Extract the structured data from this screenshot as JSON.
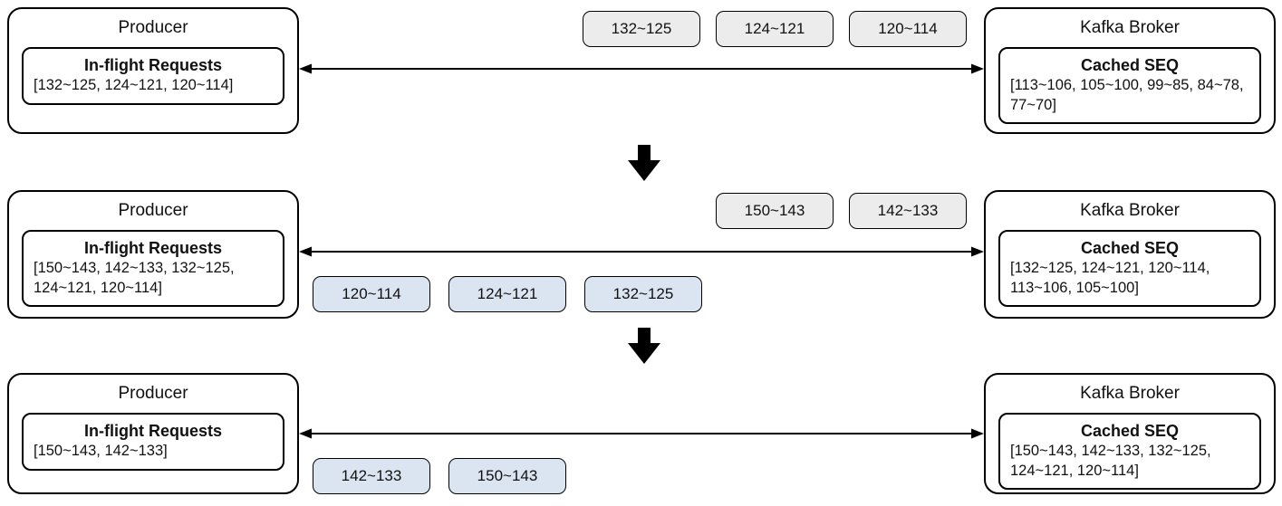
{
  "diagram": {
    "description": "Kafka producer in-flight requests and broker cached sequence numbers over three stages",
    "colors": {
      "node_border": "#000000",
      "request_message_bg": "#ececec",
      "ack_message_bg": "#dbe5f1",
      "background": "#ffffff"
    },
    "rows": [
      {
        "producer": {
          "title": "Producer",
          "list_title": "In-flight Requests",
          "list_value": "[132~125, 124~121, 120~114]"
        },
        "broker": {
          "title": "Kafka Broker",
          "list_title": "Cached SEQ",
          "list_value": "[113~106, 105~100, 99~85, 84~78, 77~70]"
        },
        "inflight_messages": [
          "132~125",
          "124~121",
          "120~114"
        ],
        "ack_messages": []
      },
      {
        "producer": {
          "title": "Producer",
          "list_title": "In-flight Requests",
          "list_value": "[150~143, 142~133, 132~125, 124~121, 120~114]"
        },
        "broker": {
          "title": "Kafka Broker",
          "list_title": "Cached SEQ",
          "list_value": "[132~125, 124~121, 120~114, 113~106, 105~100]"
        },
        "inflight_messages": [
          "150~143",
          "142~133"
        ],
        "ack_messages": [
          "120~114",
          "124~121",
          "132~125"
        ]
      },
      {
        "producer": {
          "title": "Producer",
          "list_title": "In-flight Requests",
          "list_value": "[150~143, 142~133]"
        },
        "broker": {
          "title": "Kafka Broker",
          "list_title": "Cached SEQ",
          "list_value": "[150~143, 142~133, 132~125, 124~121, 120~114]"
        },
        "inflight_messages": [],
        "ack_messages": [
          "142~133",
          "150~143"
        ]
      }
    ]
  }
}
